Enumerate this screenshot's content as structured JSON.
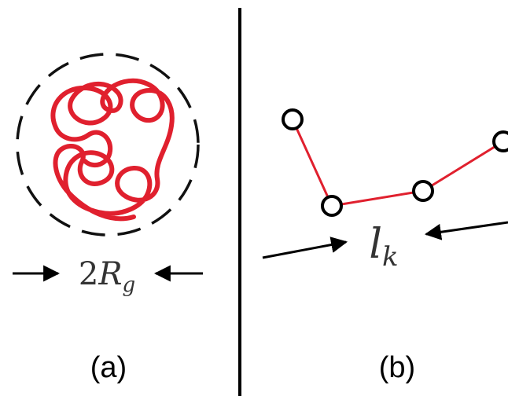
{
  "panels": {
    "a": {
      "label": "(a)",
      "measure_coefficient": "2",
      "measure_symbol": "R",
      "measure_subscript": "g"
    },
    "b": {
      "label": "(b)",
      "segment_symbol": "l",
      "segment_subscript": "k"
    }
  },
  "colors": {
    "chain": "#e0202e",
    "bead_stroke": "#000000",
    "bead_fill": "#ffffff",
    "outline": "#111111",
    "divider": "#000000"
  },
  "icons": {
    "left_arrow": "arrow-right-icon",
    "right_arrow": "arrow-left-icon"
  }
}
